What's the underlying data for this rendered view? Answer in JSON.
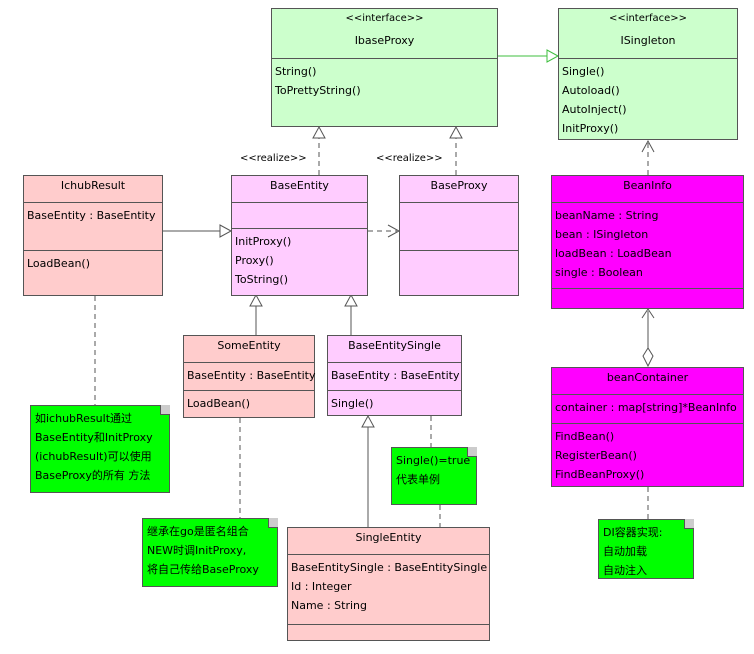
{
  "classes": {
    "ibaseproxy": {
      "stereotype": "<<interface>>",
      "name": "IbaseProxy",
      "operations": [
        "String()",
        "ToPrettyString()"
      ]
    },
    "isingleton": {
      "stereotype": "<<interface>>",
      "name": "ISingleton",
      "operations": [
        "Single()",
        "Autoload()",
        "AutoInject()",
        "InitProxy()"
      ]
    },
    "ichubresult": {
      "name": "IchubResult",
      "attributes": [
        "BaseEntity : BaseEntity"
      ],
      "operations": [
        "LoadBean()"
      ]
    },
    "baseentity": {
      "name": "BaseEntity",
      "operations": [
        "InitProxy()",
        "Proxy()",
        "ToString()"
      ]
    },
    "baseproxy": {
      "name": "BaseProxy"
    },
    "beaninfo": {
      "name": "BeanInfo",
      "attributes": [
        "beanName : String",
        "bean : ISingleton",
        "loadBean : LoadBean",
        "single : Boolean"
      ]
    },
    "someentity": {
      "name": "SomeEntity",
      "attributes": [
        "BaseEntity : BaseEntity"
      ],
      "operations": [
        "LoadBean()"
      ]
    },
    "baseentitysingle": {
      "name": "BaseEntitySingle",
      "attributes": [
        "BaseEntity : BaseEntity"
      ],
      "operations": [
        "Single()"
      ]
    },
    "beancontainer": {
      "name": "beanContainer",
      "attributes": [
        "container : map[string]*BeanInfo"
      ],
      "operations": [
        "FindBean()",
        "RegisterBean()",
        "FindBeanProxy()"
      ]
    },
    "singleentity": {
      "name": "SingleEntity",
      "attributes": [
        "BaseEntitySingle : BaseEntitySingle",
        "Id : Integer",
        "Name : String"
      ]
    }
  },
  "stereotype_labels": {
    "realize_left": "<<realize>>",
    "realize_right": "<<realize>>"
  },
  "notes": {
    "ichub": [
      "如ichubResult通过",
      "BaseEntity和InitProxy",
      "(ichubResult)可以使用",
      "BaseProxy的所有 方法"
    ],
    "go_embed": [
      "继承在go是匿名组合",
      "NEW时调InitProxy,",
      "将自己传给BaseProxy"
    ],
    "single": [
      "Single()=true",
      "代表单例"
    ],
    "di": [
      "DI容器实现:",
      "自动加载",
      "自动注入"
    ]
  },
  "colors": {
    "interface_fill": "#ccffcc",
    "base_fill": "#ffccff",
    "entity_fill": "#ffcccc",
    "bean_fill": "#ff00ff",
    "note_fill": "#00ff00",
    "line": "#555555",
    "green_link": "#3fbf3f"
  }
}
